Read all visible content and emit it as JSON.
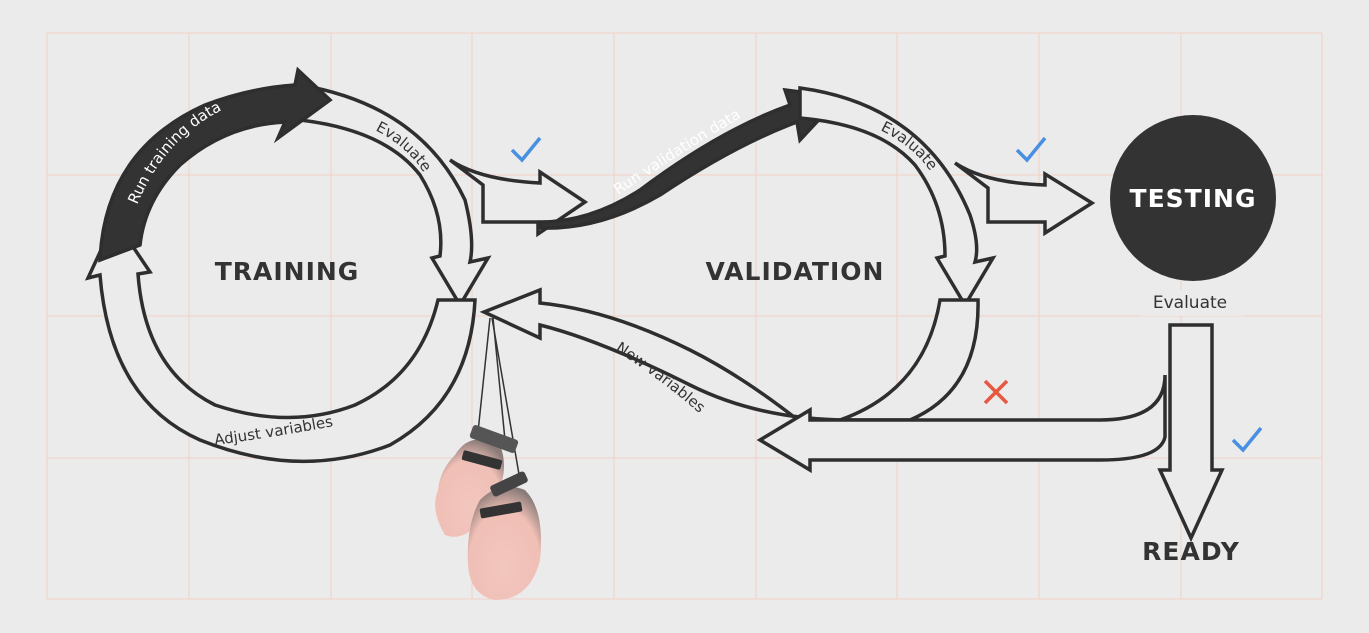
{
  "stages": {
    "training": "TRAINING",
    "validation": "VALIDATION",
    "testing": "TESTING",
    "ready": "READY"
  },
  "steps": {
    "run_training_data": "Run training data",
    "evaluate_training": "Evaluate",
    "adjust_variables": "Adjust variables",
    "run_validation_data": "Run validation data",
    "evaluate_validation": "Evaluate",
    "new_variables": "New variables",
    "evaluate_testing": "Evaluate"
  },
  "colors": {
    "background": "#ebebeb",
    "grid": "#f3cfc6",
    "ink": "#333333",
    "check": "#4a90e2",
    "cross": "#e8573f",
    "glove": "#f2c6be"
  },
  "icons": [
    "check-icon",
    "cross-icon",
    "boxing-gloves-illustration"
  ]
}
